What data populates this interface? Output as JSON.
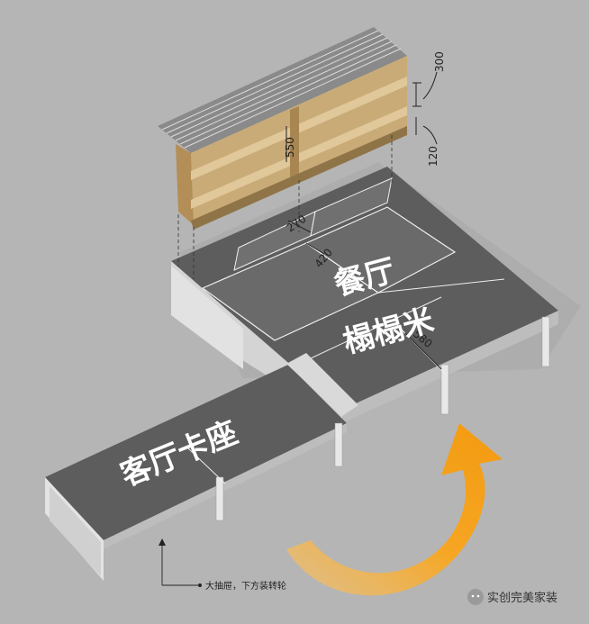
{
  "labels": {
    "dining": "餐厅",
    "tatami": "榻榻米",
    "living_seat": "客厅卡座"
  },
  "dimensions": {
    "d300": "300",
    "d120": "120",
    "d550": "550",
    "d270": "270",
    "d420": "420",
    "d580": "580"
  },
  "note": "大抽屉，下方装转轮",
  "watermark": "实创完美家装",
  "colors": {
    "background": "#b5b5b5",
    "platform_top": "#5b5b5b",
    "platform_side": "#cfcfcf",
    "cabinet_wood": "#c9ab78",
    "arrow": "#f6a623"
  }
}
